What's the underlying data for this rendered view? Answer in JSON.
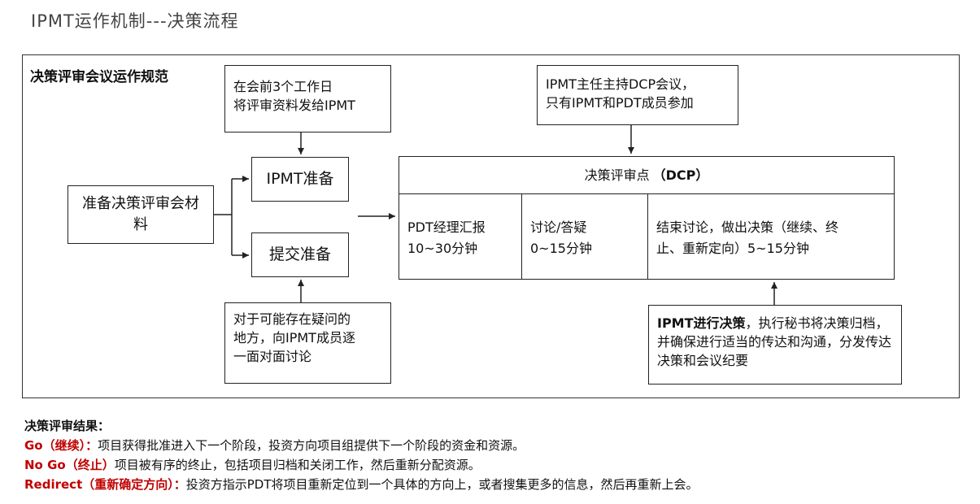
{
  "title": "IPMT运作机制---决策流程",
  "section_title": "决策评审会议运作规范",
  "boxes": {
    "prepare_material": "准备决策评审会材料",
    "ipmt_prepare": "IPMT准备",
    "submit_prepare": "提交准备",
    "note_top_left": [
      "在会前3个工作日",
      "将评审资料发给IPMT"
    ],
    "note_bottom_left": [
      "对于可能存在疑问的",
      "地方，向IPMT成员逐",
      "一面对面讨论"
    ],
    "note_top_right": [
      "IPMT主任主持DCP会议，",
      "只有IPMT和PDT成员参加"
    ],
    "note_bottom_right": {
      "bold": "IPMT进行决策",
      "rest": "，执行秘书将决策归档，并确保进行适当的传达和沟通，分发传达决策和会议纪要"
    }
  },
  "dcp": {
    "title": "决策评审点",
    "title_bold": "（DCP）",
    "cells": [
      [
        "PDT经理汇报",
        "10~30分钟"
      ],
      [
        "讨论/答疑",
        "0~15分钟"
      ],
      [
        "结束讨论，做出决策（继续、终",
        "止、重新定向）5~15分钟"
      ]
    ]
  },
  "results": {
    "heading": "决策评审结果：",
    "items": [
      {
        "label": "Go（继续）：",
        "text": "项目获得批准进入下一个阶段，投资方向项目组提供下一个阶段的资金和资源。"
      },
      {
        "label": "No Go（终止）",
        "text": "项目被有序的终止，包括项目归档和关闭工作，然后重新分配资源。"
      },
      {
        "label": "Redirect（重新确定方向）：",
        "text": "投资方指示PDT将项目重新定位到一个具体的方向上，或者搜集更多的信息，然后再重新上会。"
      }
    ]
  },
  "colors": {
    "label_red": "#c00000",
    "border": "#222222"
  }
}
